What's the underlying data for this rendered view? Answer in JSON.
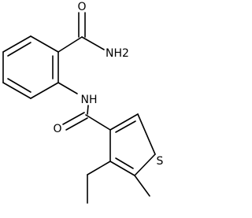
{
  "molecule": {
    "atoms": {
      "amide_oxygen_top": "O",
      "amide_nitrogen_top": "NH2",
      "linker_nh": "NH",
      "amide_oxygen_bottom": "O",
      "thiophene_sulfur": "S"
    },
    "colors": {
      "bond": "#000000",
      "label": "#000000",
      "background": "#ffffff"
    }
  }
}
